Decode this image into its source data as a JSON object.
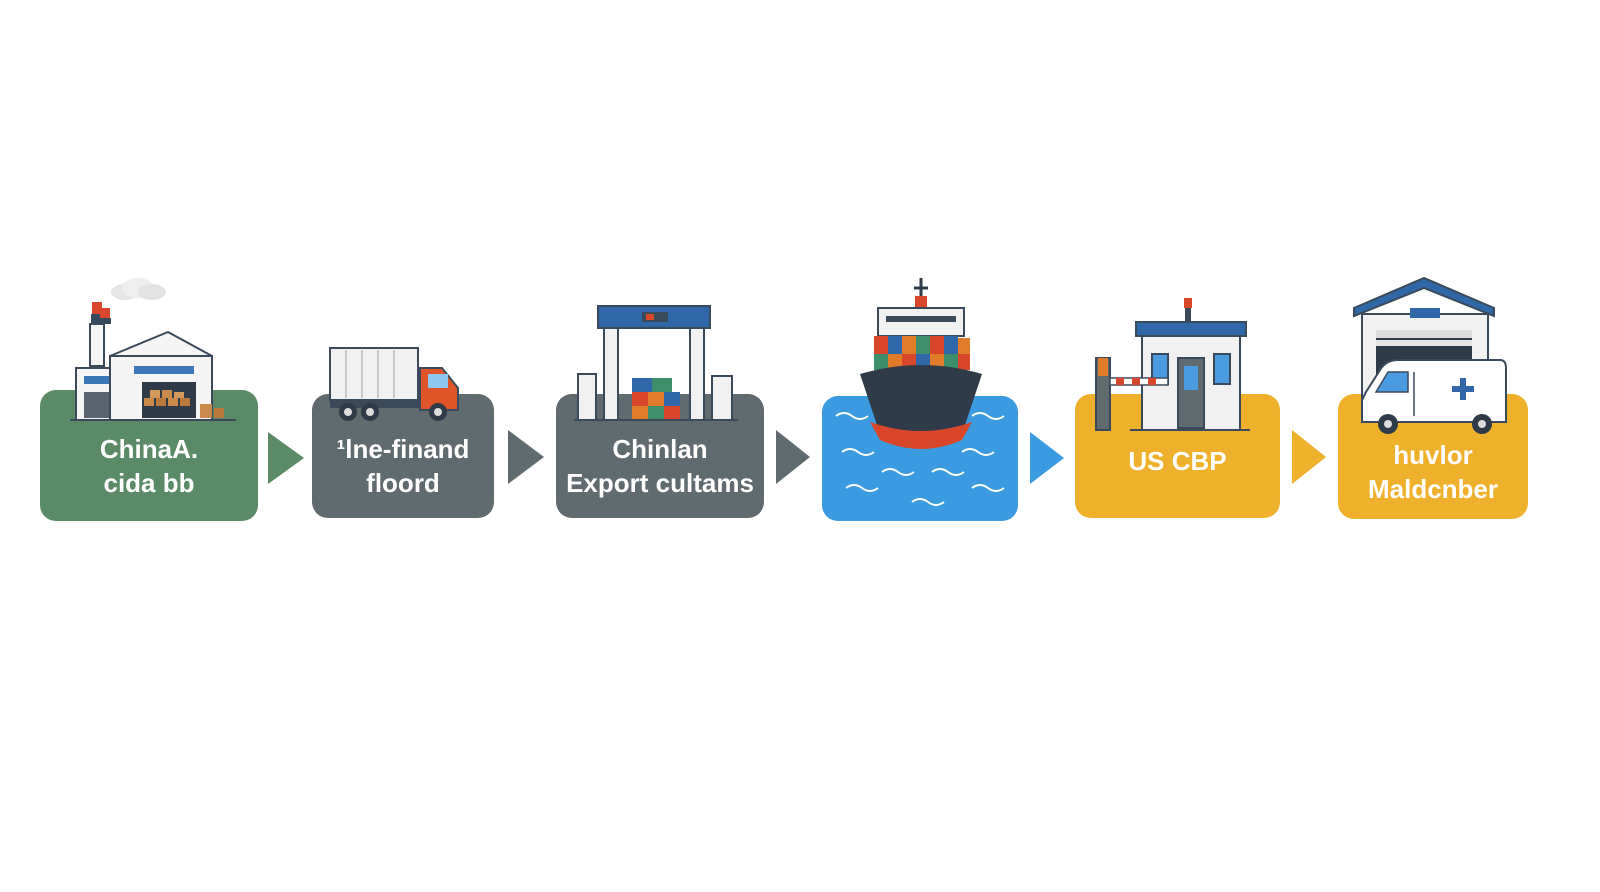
{
  "steps": [
    {
      "id": "factory",
      "line1": "ChinaА.",
      "line2": "cidа bb",
      "color": "#5a8a66",
      "icon": "factory-icon"
    },
    {
      "id": "inland-truck",
      "line1": "¹lne-finand",
      "line2": "floord",
      "color": "#5f6b6e",
      "icon": "truck-icon"
    },
    {
      "id": "export-customs",
      "line1": "Chinlan",
      "line2": "Export cultams",
      "color": "#5f6b6e",
      "icon": "customs-gate-icon"
    },
    {
      "id": "ocean",
      "line1": "",
      "line2": "",
      "color": "#3a9be0",
      "icon": "cargo-ship-icon"
    },
    {
      "id": "us-cbp",
      "line1": "US CBP",
      "line2": "",
      "color": "#efb12b",
      "icon": "checkpoint-booth-icon"
    },
    {
      "id": "warehouse",
      "line1": "huvlor",
      "line2": "Maldcnber",
      "color": "#efb12b",
      "icon": "warehouse-van-icon"
    }
  ],
  "arrow_colors": [
    "#5a8a66",
    "#5f6b6e",
    "#5f6b6e",
    "#3a9be0",
    "#efb12b"
  ]
}
